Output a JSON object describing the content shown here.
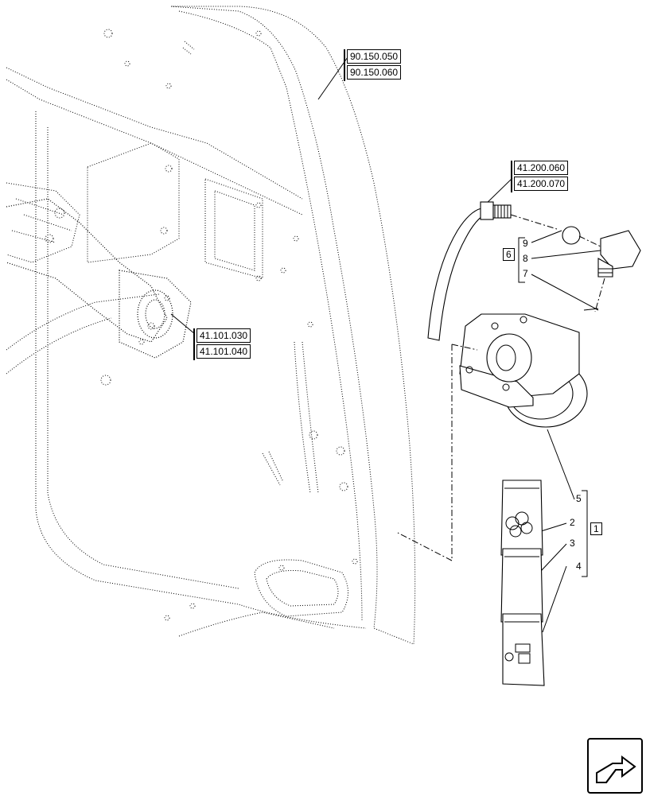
{
  "references": {
    "top_right": [
      "90.150.050",
      "90.150.060"
    ],
    "hose": [
      "41.200.060",
      "41.200.070"
    ],
    "steering_column": [
      "41.101.030",
      "41.101.040"
    ]
  },
  "callouts": {
    "group_6": {
      "box": "6",
      "items": [
        "9",
        "8",
        "7"
      ]
    },
    "group_1": {
      "box": "1",
      "items": [
        "5",
        "2",
        "3",
        "4"
      ]
    }
  },
  "icons": {
    "nav_button": "next-page-arrow-icon"
  }
}
